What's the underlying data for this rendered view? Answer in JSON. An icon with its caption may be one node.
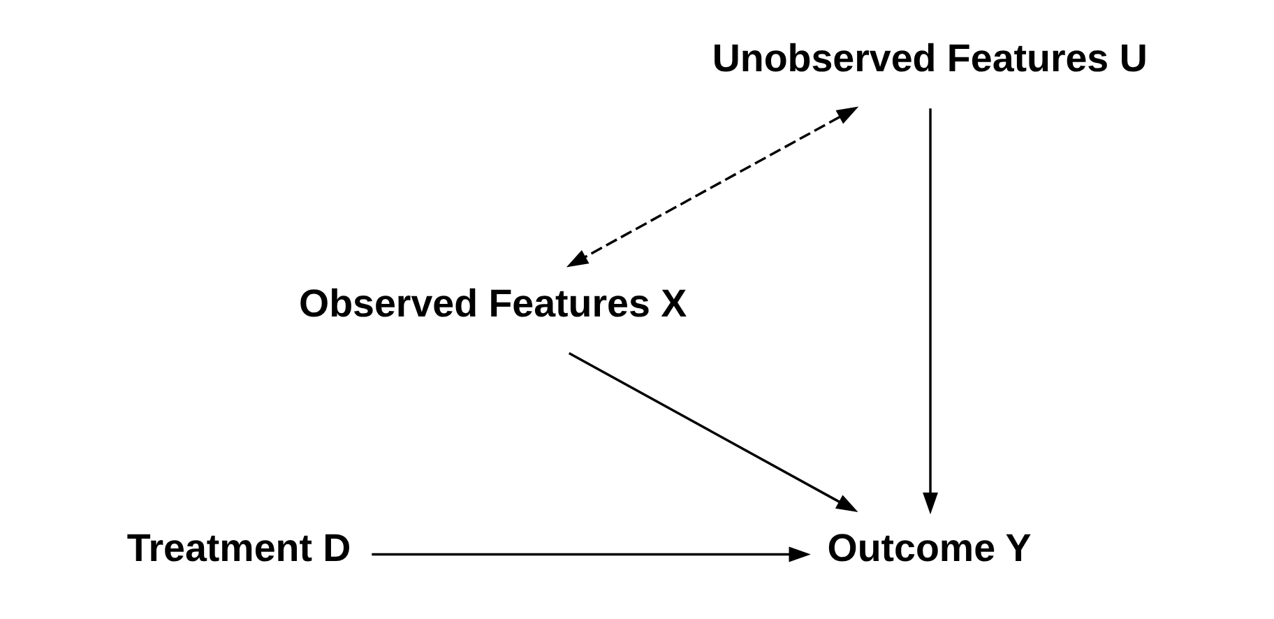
{
  "diagram": {
    "nodes": [
      {
        "text": [
          "Unobserved Features U"
        ]
      },
      {
        "text": [
          "Observed Features X"
        ]
      },
      {
        "text": [
          "Treatment D"
        ]
      },
      {
        "text": [
          "Outcome Y"
        ]
      }
    ],
    "edges": [
      {
        "from": 0,
        "to": 1,
        "arrow": "both",
        "style": "dashed"
      },
      {
        "from": 1,
        "to": 3,
        "arrow": "to"
      },
      {
        "from": 0,
        "to": 3,
        "arrow": "to"
      },
      {
        "from": 2,
        "to": 3,
        "arrow": "to"
      }
    ]
  }
}
